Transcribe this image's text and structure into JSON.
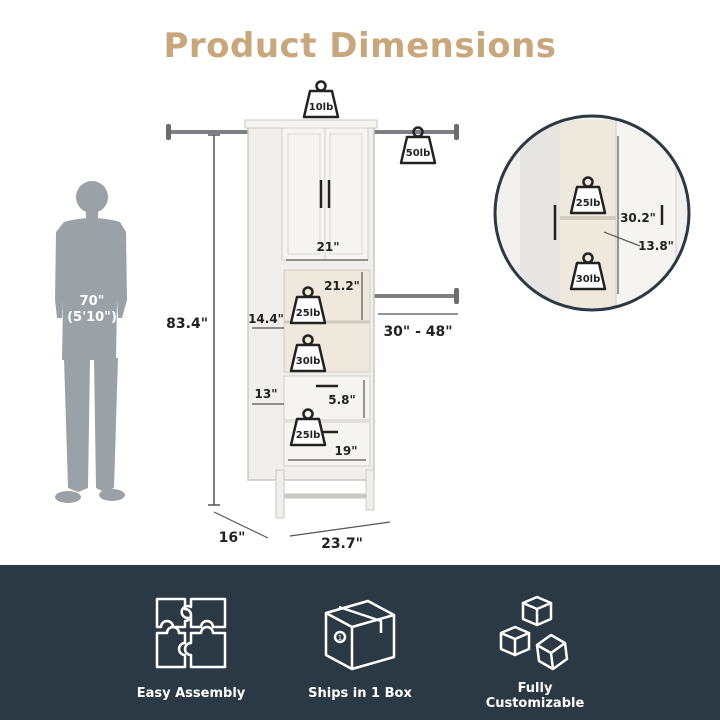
{
  "title": "Product Dimensions",
  "colors": {
    "title": "#c9a77c",
    "footer_bg": "#2a3943",
    "person": "#9aa1a7",
    "cabinet": "#f0efec",
    "cabinet_edge": "#c9c9c4",
    "interior": "#efe8dc",
    "rod": "#7d7f82",
    "dim_line": "#555555",
    "icon_stroke": "#ffffff"
  },
  "person": {
    "height": "70\"",
    "height_ft": "(5'10\")"
  },
  "dimensions": {
    "total_height": "83.4\"",
    "depth": "16\"",
    "width": "23.7\"",
    "upper_width": "21\"",
    "shelf_height": "21.2\"",
    "shelf_depth": "14.4\"",
    "rod_span": "30\" - 48\"",
    "drawer_depth": "13\"",
    "drawer_height": "5.8\"",
    "drawer_width": "19\"",
    "inset_height": "30.2\"",
    "inset_depth": "13.8\""
  },
  "weights": {
    "top": "10lb",
    "rod": "50lb",
    "shelf": "25lb",
    "lower_shelf": "30lb",
    "drawer": "25lb",
    "inset_upper": "25lb",
    "inset_lower": "30lb"
  },
  "features": [
    {
      "label": "Easy Assembly",
      "icon": "puzzle-icon"
    },
    {
      "label": "Ships in 1 Box",
      "icon": "box-icon"
    },
    {
      "label_line1": "Fully",
      "label_line2": "Customizable",
      "icon": "cubes-icon"
    }
  ]
}
